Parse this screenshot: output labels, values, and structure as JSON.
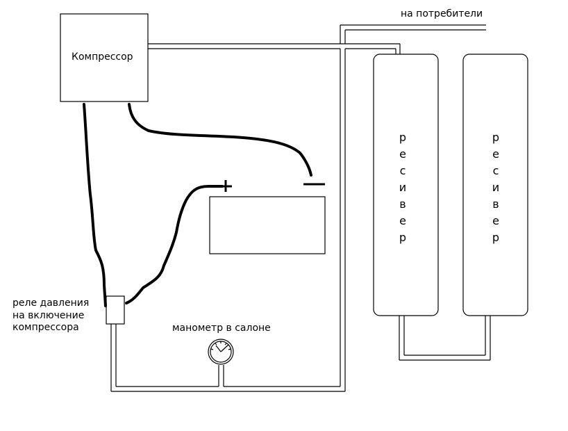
{
  "diagram": {
    "compressor_label": "Компрессор",
    "consumers_label": "на потребители",
    "receiver_left_label": "ресивер",
    "receiver_right_label": "ресивер",
    "relay_label_lines": [
      "реле давления",
      "на включение",
      "компрессора"
    ],
    "gauge_label": "манометр в салоне",
    "battery_plus": "+",
    "battery_minus": "−"
  }
}
